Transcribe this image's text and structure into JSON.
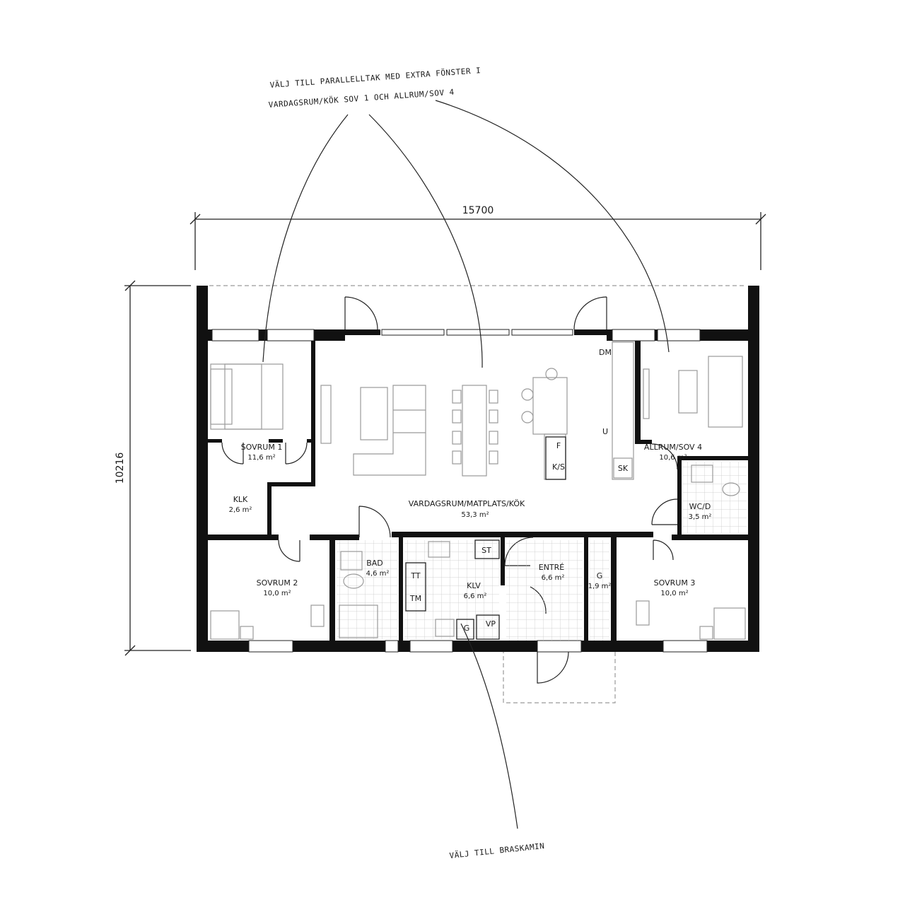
{
  "dimensions": {
    "width": "15700",
    "depth": "10216"
  },
  "notes": {
    "roof_line1": "VÄLJ TILL PARALLELLTAK MED EXTRA FÖNSTER I",
    "roof_line2": "VARDAGSRUM/KÖK SOV 1 OCH ALLRUM/SOV 4",
    "fireplace": "VÄLJ TILL BRASKAMIN"
  },
  "rooms": {
    "sovrum1": {
      "name": "SOVRUM 1",
      "area": "11,6 m²"
    },
    "klk": {
      "name": "KLK",
      "area": "2,6 m²"
    },
    "vardagsrum": {
      "name": "VARDAGSRUM/MATPLATS/KÖK",
      "area": "53,3 m²"
    },
    "allrum": {
      "name": "ALLRUM/SOV 4",
      "area": "10,6 m²"
    },
    "wc": {
      "name": "WC/D",
      "area": "3,5 m²"
    },
    "sovrum2": {
      "name": "SOVRUM 2",
      "area": "10,0 m²"
    },
    "bad": {
      "name": "BAD",
      "area": "4,6 m²"
    },
    "klv": {
      "name": "KLV",
      "area": "6,6 m²"
    },
    "entre": {
      "name": "ENTRÉ",
      "area": "6,6 m²"
    },
    "g_closet": {
      "name": "G",
      "area": "1,9 m²"
    },
    "sovrum3": {
      "name": "SOVRUM 3",
      "area": "10,0 m²"
    }
  },
  "fixtures": {
    "dm": "DM",
    "u": "U",
    "sk": "SK",
    "f": "F",
    "ks": "K/S",
    "st": "ST",
    "tt": "TT",
    "tm": "TM",
    "g": "G",
    "vp": "VP"
  }
}
